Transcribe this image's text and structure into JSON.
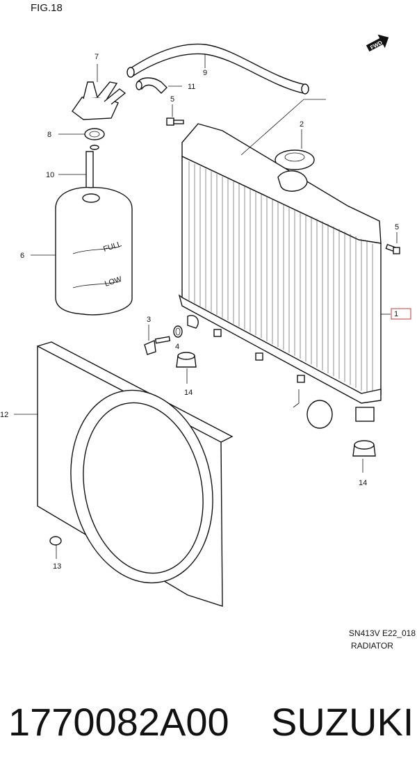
{
  "figure": {
    "label": "FIG.18"
  },
  "direction_mark": {
    "text": "FWD",
    "icon": "fwd-arrow-icon"
  },
  "callouts": [
    {
      "number": "1"
    },
    {
      "number": "2"
    },
    {
      "number": "3"
    },
    {
      "number": "4"
    },
    {
      "number": "5"
    },
    {
      "number": "5"
    },
    {
      "number": "6"
    },
    {
      "number": "7"
    },
    {
      "number": "8"
    },
    {
      "number": "9"
    },
    {
      "number": "10"
    },
    {
      "number": "11"
    },
    {
      "number": "12"
    },
    {
      "number": "13"
    },
    {
      "number": "14"
    },
    {
      "number": "14"
    }
  ],
  "reservoir_marks": {
    "full": "FULL",
    "low": "LOW"
  },
  "drawing": {
    "code": "SN413V E22_018",
    "title": "RADIATOR"
  },
  "footer": {
    "part_number": "1770082A00",
    "brand": "SUZUKI"
  }
}
